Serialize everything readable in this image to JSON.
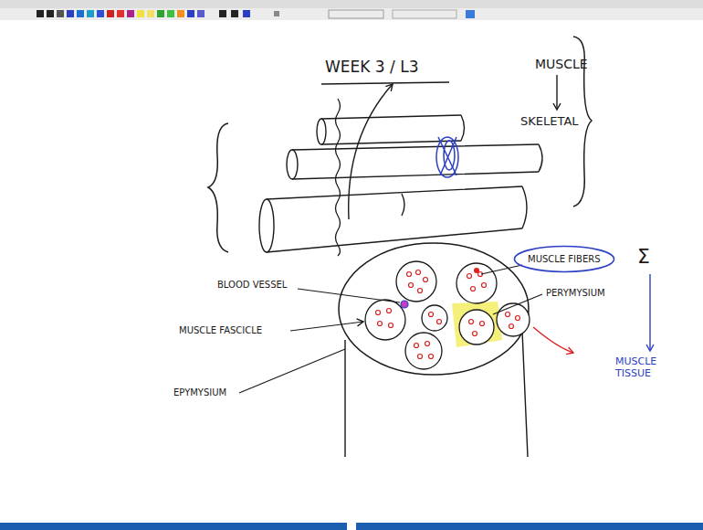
{
  "diagram": {
    "title": "WEEK 3 / L3",
    "nodes": [
      {
        "text": [
          "MUSCLE FIBERS"
        ]
      }
    ],
    "labels": [
      "MUSCLE",
      "SKELETAL",
      "BLOOD VESSEL",
      "MUSCLE FASCICLE",
      "EPYMYSIUM",
      "PERYMYSIUM",
      "Σ",
      "MUSCLE TISSUE"
    ]
  }
}
